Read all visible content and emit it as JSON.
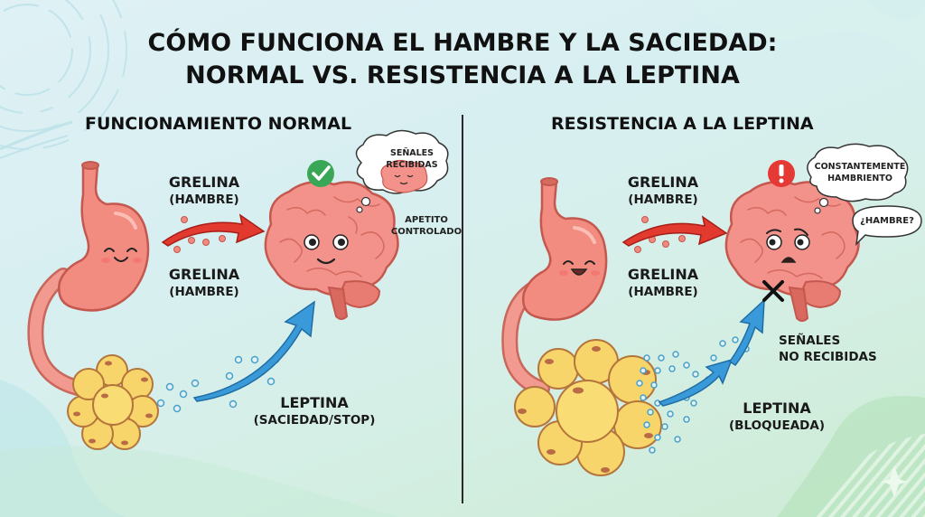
{
  "title": {
    "line1": "CÓMO FUNCIONA EL HAMBRE Y LA SACIEDAD:",
    "line2": "NORMAL VS. RESISTENCIA A LA LEPTINA"
  },
  "panels": {
    "normal": {
      "heading": "FUNCIONAMIENTO NORMAL",
      "grelina_top": {
        "name": "GRELINA",
        "role": "(HAMBRE)"
      },
      "grelina_bottom": {
        "name": "GRELINA",
        "role": "(HAMBRE)"
      },
      "leptina": {
        "name": "LEPTINA",
        "role": "(SACIEDAD/STOP)"
      },
      "thought_bubble": {
        "line1": "SEÑALES",
        "line2": "RECIBIDAS"
      },
      "status_label": {
        "line1": "APETITO",
        "line2": "CONTROLADO"
      },
      "status_icon": "check-circle-icon",
      "status_color": "#3aa757",
      "brain_mood": "happy",
      "stomach_mood": "content"
    },
    "resistance": {
      "heading": "RESISTENCIA A LA LEPTINA",
      "grelina_top": {
        "name": "GRELINA",
        "role": "(HAMBRE)"
      },
      "grelina_bottom": {
        "name": "GRELINA",
        "role": "(HAMBRE)"
      },
      "leptina": {
        "name": "LEPTINA",
        "role": "(BLOQUEADA)"
      },
      "thought_bubble": {
        "line1": "CONSTANTEMENTE",
        "line2": "HAMBRIENTO"
      },
      "speech_bubble": "¿HAMBRE?",
      "blocked_label": {
        "line1": "SEÑALES",
        "line2": "NO RECIBIDAS"
      },
      "status_icon": "exclamation-circle-icon",
      "status_color": "#e53935",
      "brain_mood": "worried",
      "stomach_mood": "happy"
    }
  },
  "colors": {
    "grelina_arrow": "#e23a2f",
    "leptina_arrow": "#3a9ad9",
    "organ_pink": "#f08a80",
    "fat_yellow": "#f7d56a",
    "text": "#111111"
  }
}
